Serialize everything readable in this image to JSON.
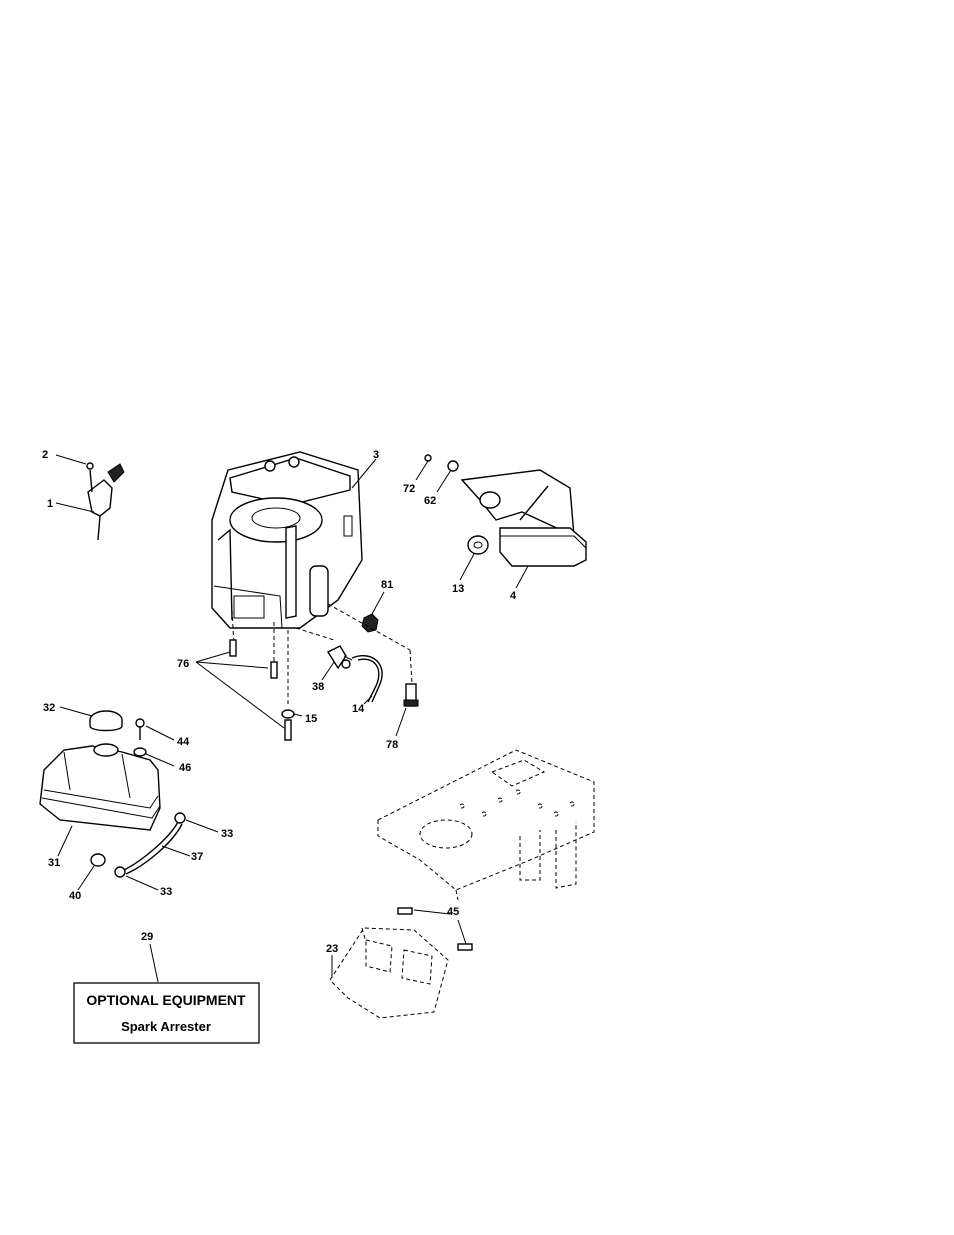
{
  "callouts": [
    {
      "id": "2",
      "label": "2"
    },
    {
      "id": "1",
      "label": "1"
    },
    {
      "id": "3",
      "label": "3"
    },
    {
      "id": "72",
      "label": "72"
    },
    {
      "id": "62",
      "label": "62"
    },
    {
      "id": "13",
      "label": "13"
    },
    {
      "id": "4",
      "label": "4"
    },
    {
      "id": "81",
      "label": "81"
    },
    {
      "id": "76",
      "label": "76"
    },
    {
      "id": "38",
      "label": "38"
    },
    {
      "id": "14",
      "label": "14"
    },
    {
      "id": "78",
      "label": "78"
    },
    {
      "id": "15",
      "label": "15"
    },
    {
      "id": "32",
      "label": "32"
    },
    {
      "id": "44",
      "label": "44"
    },
    {
      "id": "46",
      "label": "46"
    },
    {
      "id": "33a",
      "label": "33"
    },
    {
      "id": "37",
      "label": "37"
    },
    {
      "id": "31",
      "label": "31"
    },
    {
      "id": "40",
      "label": "40"
    },
    {
      "id": "33b",
      "label": "33"
    },
    {
      "id": "45",
      "label": "45"
    },
    {
      "id": "23",
      "label": "23"
    },
    {
      "id": "29",
      "label": "29"
    }
  ],
  "optional_box": {
    "title": "OPTIONAL EQUIPMENT",
    "subtitle": "Spark Arrester"
  }
}
